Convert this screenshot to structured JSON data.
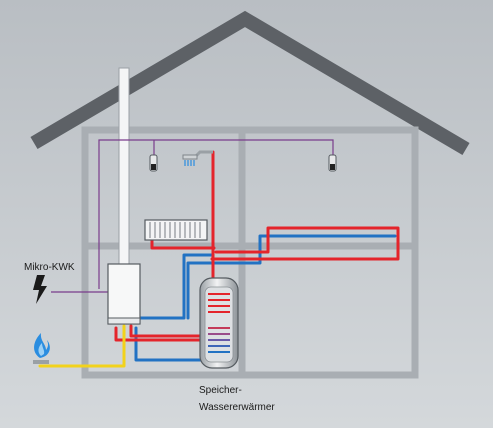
{
  "labels": {
    "chp_unit": "Mikro-KWK",
    "storage_line1": "Speicher-",
    "storage_line2": "Wassererwärmer"
  },
  "colors": {
    "background": "#c8cdd2",
    "roof": "#5d6166",
    "walls": "#a9aeb3",
    "flow_hot": "#e4242b",
    "return_cold": "#2272c3",
    "gas_line": "#f2d21b",
    "control_wire": "#7a3c8c",
    "flame": "#2a8de0"
  },
  "icons": [
    "lightning-icon",
    "gas-flame-icon",
    "shower-head-icon",
    "temperature-sensor-icon"
  ]
}
